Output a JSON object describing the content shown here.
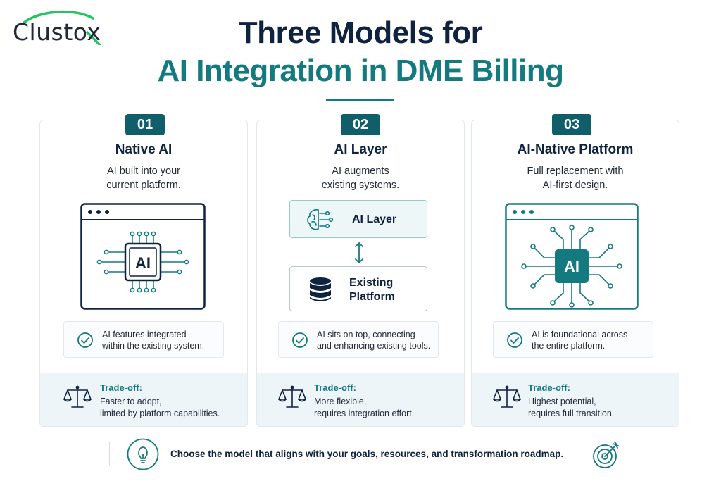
{
  "brand": {
    "name": "Clustox",
    "accent": "#137a80",
    "navy": "#0f2340",
    "green": "#22c55e"
  },
  "title": {
    "line1": "Three Models for",
    "line2": "AI Integration in DME Billing"
  },
  "cards": [
    {
      "number": "01",
      "title": "Native AI",
      "desc": [
        "AI built into your",
        "current platform."
      ],
      "chip_label": "AI",
      "feature": [
        "AI features integrated",
        "within the existing system."
      ],
      "tradeoff_label": "Trade-off:",
      "tradeoff": [
        "Faster to adopt,",
        "limited by platform capabilities."
      ]
    },
    {
      "number": "02",
      "title": "AI Layer",
      "desc": [
        "AI augments",
        "existing systems."
      ],
      "layer_top": "AI Layer",
      "layer_bottom": [
        "Existing",
        "Platform"
      ],
      "feature": [
        "AI sits on top, connecting",
        "and enhancing existing tools."
      ],
      "tradeoff_label": "Trade-off:",
      "tradeoff": [
        "More flexible,",
        "requires integration effort."
      ]
    },
    {
      "number": "03",
      "title": "AI-Native Platform",
      "desc": [
        "Full replacement with",
        "AI-first design."
      ],
      "chip_label": "AI",
      "feature": [
        "AI is foundational across",
        "the entire platform."
      ],
      "tradeoff_label": "Trade-off:",
      "tradeoff": [
        "Highest potential,",
        "requires full transition."
      ]
    }
  ],
  "footer": {
    "text": "Choose the model that aligns with your goals, resources, and transformation roadmap."
  },
  "icons": [
    "lightbulb-icon",
    "target-icon",
    "check-circle-icon",
    "scale-icon",
    "brain-icon",
    "database-icon",
    "ai-chip-icon",
    "arrows-vertical-icon"
  ]
}
